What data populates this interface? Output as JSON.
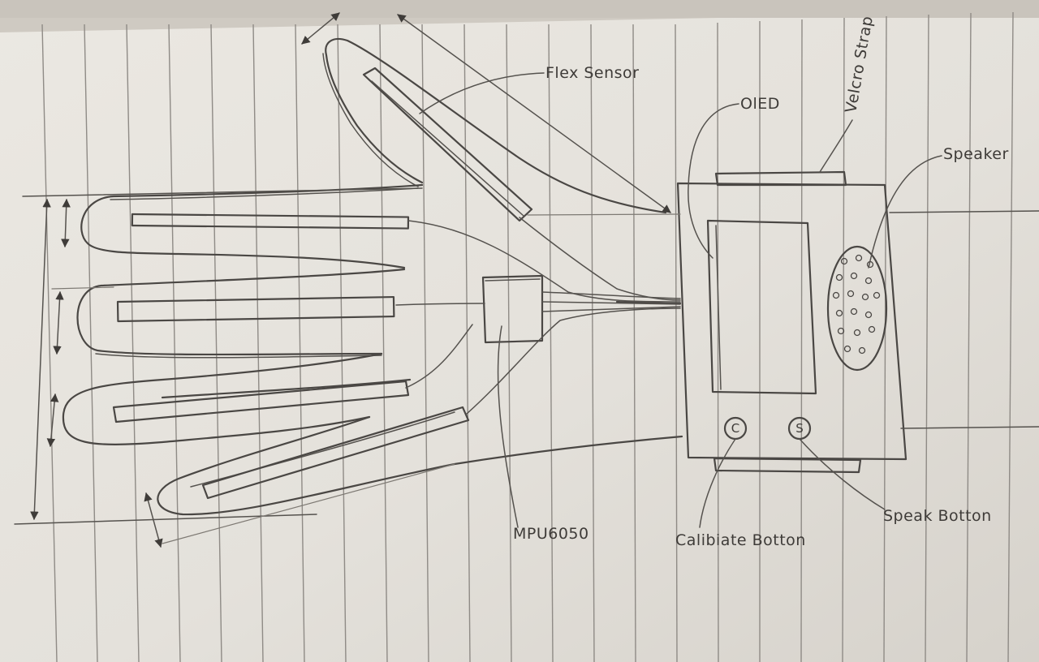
{
  "labels": {
    "flex_sensor": "Flex Sensor",
    "oled": "OlED",
    "velcro_strap": "Velcro Strap",
    "speaker": "Speaker",
    "mpu": "MPU6050",
    "calibrate_button": "Calibiate Botton",
    "speak_button": "Speak Botton",
    "calibrate_letter": "C",
    "speak_letter": "S"
  },
  "colors": {
    "paper": "#e9e6e0",
    "pencil": "#4a4744",
    "rule_line": "#8f8b86"
  }
}
